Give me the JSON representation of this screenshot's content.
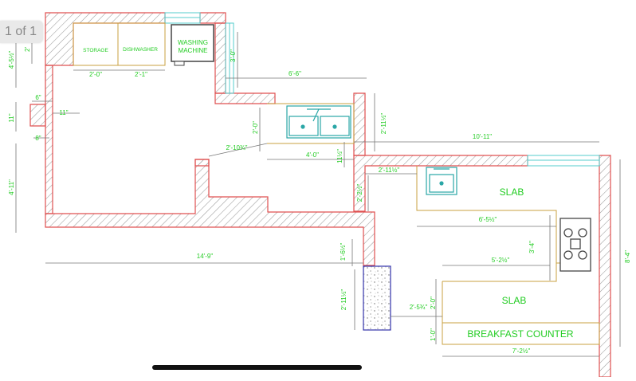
{
  "viewer": {
    "page_indicator": "1 of 1"
  },
  "colors": {
    "dimension": "#22cc22",
    "wall": "#e05050",
    "hatch": "#9a9a9a",
    "cabinet": "#c8a040",
    "glass": "#55cccc",
    "sink": "#2aa6a6",
    "appliance": "#444444",
    "column": "#3333aa"
  },
  "plan": {
    "labels": {
      "storage": "STORAGE",
      "dishwasher": "DISHWASHER",
      "washing_machine": "WASHING MACHINE",
      "slab_right": "SLAB",
      "slab_bottom": "SLAB",
      "breakfast_counter": "BREAKFAST COUNTER"
    },
    "dimensions": {
      "d_4_5_left": "4'-5½\"",
      "d_2_top": "2'",
      "d_2_0_storage": "2'-0\"",
      "d_2_1_dish": "2'-1\"",
      "d_3_0_wm": "3'-0\"",
      "d_6_6": "6'-6\"",
      "d_6": "6\"",
      "d_11_left": "11\"",
      "d_11_inner": "11\"",
      "d_8": "8\"",
      "d_2_0_sink": "2'-0\"",
      "d_2_11_sink": "2'-11½\"",
      "d_2_10": "2'-10¾\"",
      "d_4_0": "4'-0\"",
      "d_11_mid": "11½\"",
      "d_10_11": "10'-11\"",
      "d_4_11": "4'-11\"",
      "d_2_11_mid": "2'-11½\"",
      "d_2_2": "2'-2½\"",
      "d_6_5": "6'-5½\"",
      "d_3_4": "3'-4\"",
      "d_14_9": "14'-9\"",
      "d_1_6": "1'-6½\"",
      "d_5_2": "5'-2½\"",
      "d_8_4": "8'-4\"",
      "d_2_11_col": "2'-11½\"",
      "d_2_5": "2'-5¾\"",
      "d_2_0_slab": "2'-0\"",
      "d_1_0": "1'-0\"",
      "d_7_2": "7'-2½\""
    }
  }
}
